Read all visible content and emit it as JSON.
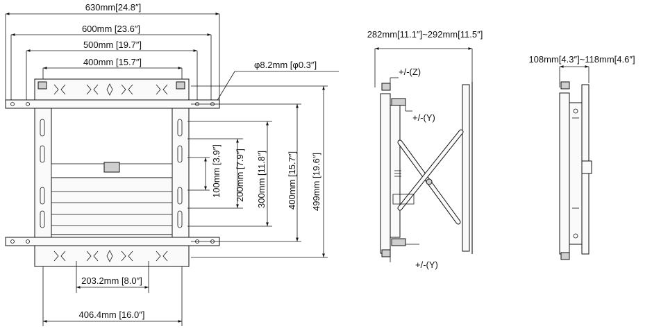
{
  "front_view": {
    "width_labels": [
      "630mm[24.8″]",
      "600mm [23.6″]",
      "500mm [19.7″]",
      "400mm [15.7″]"
    ],
    "hole_label": "φ8.2mm [φ0.3″]",
    "height_labels": [
      "100mm [3.9″]",
      "200mm [7.9″]",
      "300mm [11.8″]",
      "400mm [15.7″]",
      "499mm [19.6″]"
    ],
    "bottom_labels": [
      "203.2mm [8.0″]",
      "406.4mm [16.0″]"
    ]
  },
  "side_view": {
    "depth_label": "282mm[11.1″]~292mm[11.5″]",
    "adjust_z": "+/-(Z)",
    "adjust_y_top": "+/-(Y)",
    "adjust_y_bottom": "+/-(Y)"
  },
  "compact_view": {
    "depth_label": "108mm[4.3″]~118mm[4.6″]"
  }
}
